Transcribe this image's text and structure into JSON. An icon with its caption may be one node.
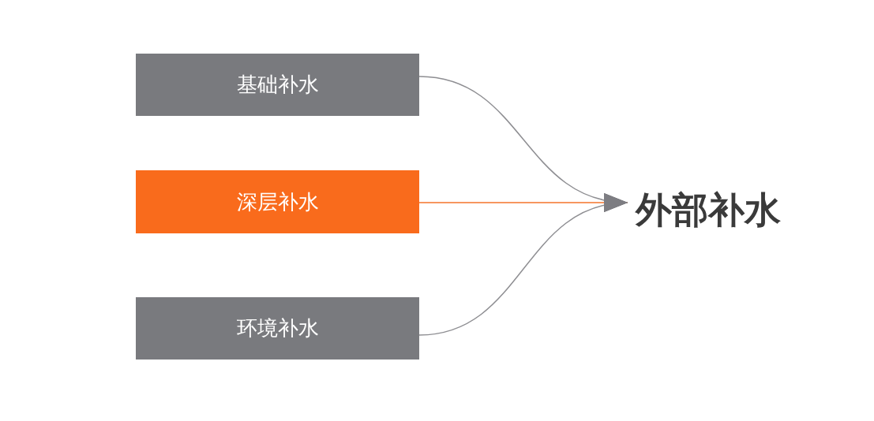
{
  "diagram": {
    "nodes": [
      {
        "text": [
          "基础补水"
        ]
      },
      {
        "text": [
          "深层补水"
        ]
      },
      {
        "text": [
          "环境补水"
        ]
      },
      {
        "text": [
          "外部补水"
        ]
      }
    ],
    "edges": [
      {
        "from": 0,
        "to": 3,
        "arrow": "to"
      },
      {
        "from": 1,
        "to": 3,
        "arrow": "to",
        "color": "#f4732a"
      },
      {
        "from": 2,
        "to": 3,
        "arrow": "to"
      }
    ]
  }
}
